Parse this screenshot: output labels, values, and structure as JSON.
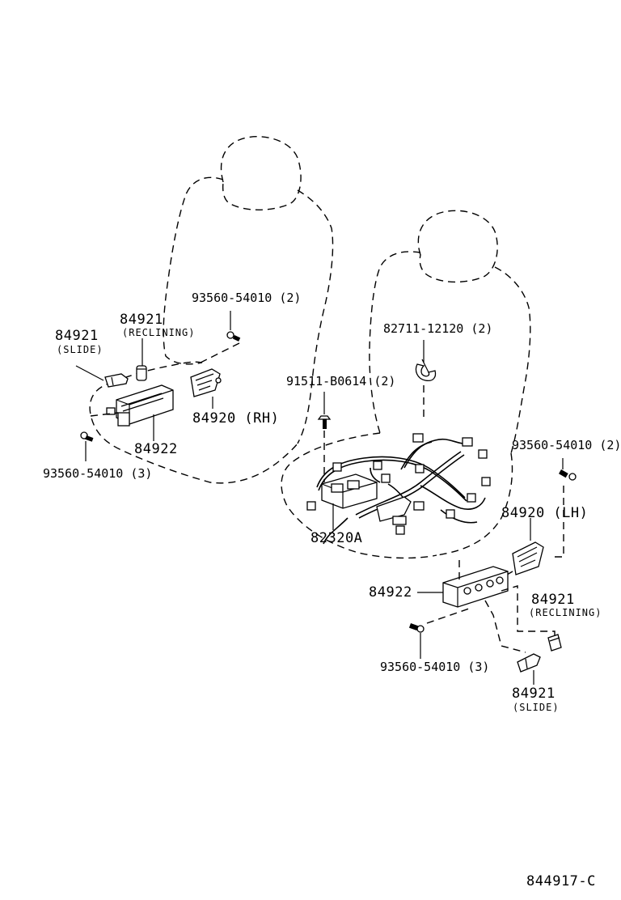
{
  "diagram_code": "844917-C",
  "left_seat": {
    "screw_top": "93560-54010 (2)",
    "knob_reclining_number": "84921",
    "knob_reclining_note": "(RECLINING)",
    "knob_slide_number": "84921",
    "knob_slide_note": "(SLIDE)",
    "cover_rh": "84920 (RH)",
    "switch": "84922",
    "screw_bottom": "93560-54010 (3)"
  },
  "right_seat": {
    "clamp": "82711-12120 (2)",
    "bolt": "91511-B0614 (2)",
    "screw_top": "93560-54010 (2)",
    "wire_harness": "82320A",
    "cover_lh": "84920 (LH)",
    "switch": "84922",
    "knob_reclining_number": "84921",
    "knob_reclining_note": "(RECLINING)",
    "screw_bottom": "93560-54010 (3)",
    "knob_slide_number": "84921",
    "knob_slide_note": "(SLIDE)"
  }
}
